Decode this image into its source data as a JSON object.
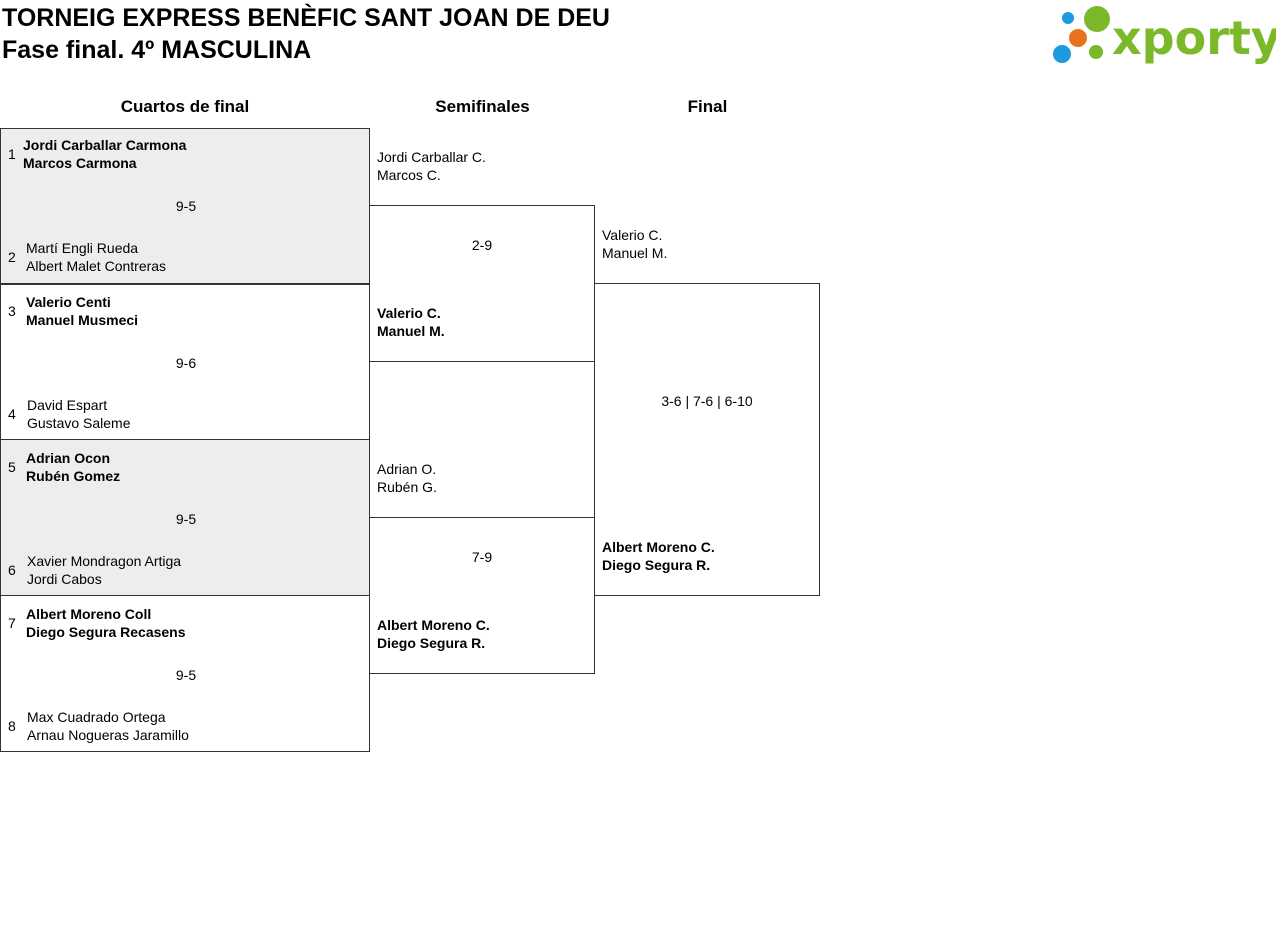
{
  "header": {
    "title": "TORNEIG EXPRESS BENÈFIC SANT JOAN DE DEU",
    "subtitle": "Fase final. 4º MASCULINA",
    "logo_text": "xporty",
    "logo_colors": {
      "text": "#7bb82a",
      "dot_green": "#7bb82a",
      "dot_orange": "#e8731c",
      "dot_blue": "#1c9be0"
    }
  },
  "columns": {
    "quarterfinals": "Cuartos de final",
    "semifinals": "Semifinales",
    "final": "Final"
  },
  "quarterfinals": [
    {
      "score": "9-5",
      "top": {
        "seed": "1",
        "p1": "Jordi Carballar Carmona",
        "p2": "Marcos Carmona"
      },
      "bottom": {
        "seed": "2",
        "p1": "Martí Engli Rueda",
        "p2": "Albert Malet Contreras"
      }
    },
    {
      "score": "9-6",
      "top": {
        "seed": "3",
        "p1": "Valerio Centi",
        "p2": "Manuel Musmeci"
      },
      "bottom": {
        "seed": "4",
        "p1": "David Espart",
        "p2": "Gustavo Saleme"
      }
    },
    {
      "score": "9-5",
      "top": {
        "seed": "5",
        "p1": "Adrian Ocon",
        "p2": "Rubén Gomez"
      },
      "bottom": {
        "seed": "6",
        "p1": "Xavier Mondragon Artiga",
        "p2": "Jordi Cabos"
      }
    },
    {
      "score": "9-5",
      "top": {
        "seed": "7",
        "p1": "Albert Moreno Coll",
        "p2": "Diego Segura Recasens"
      },
      "bottom": {
        "seed": "8",
        "p1": "Max Cuadrado Ortega",
        "p2": "Arnau Nogueras Jaramillo"
      }
    }
  ],
  "semifinals": [
    {
      "score": "2-9",
      "top": {
        "p1": "Jordi Carballar C.",
        "p2": "Marcos C."
      },
      "bottom": {
        "p1": "Valerio C.",
        "p2": "Manuel M."
      }
    },
    {
      "score": "7-9",
      "top": {
        "p1": "Adrian O.",
        "p2": "Rubén G."
      },
      "bottom": {
        "p1": "Albert Moreno C.",
        "p2": "Diego Segura R."
      }
    }
  ],
  "final": {
    "score": "3-6 | 7-6 | 6-10",
    "top": {
      "p1": "Valerio C.",
      "p2": "Manuel M."
    },
    "bottom": {
      "p1": "Albert Moreno C.",
      "p2": "Diego Segura R."
    }
  }
}
